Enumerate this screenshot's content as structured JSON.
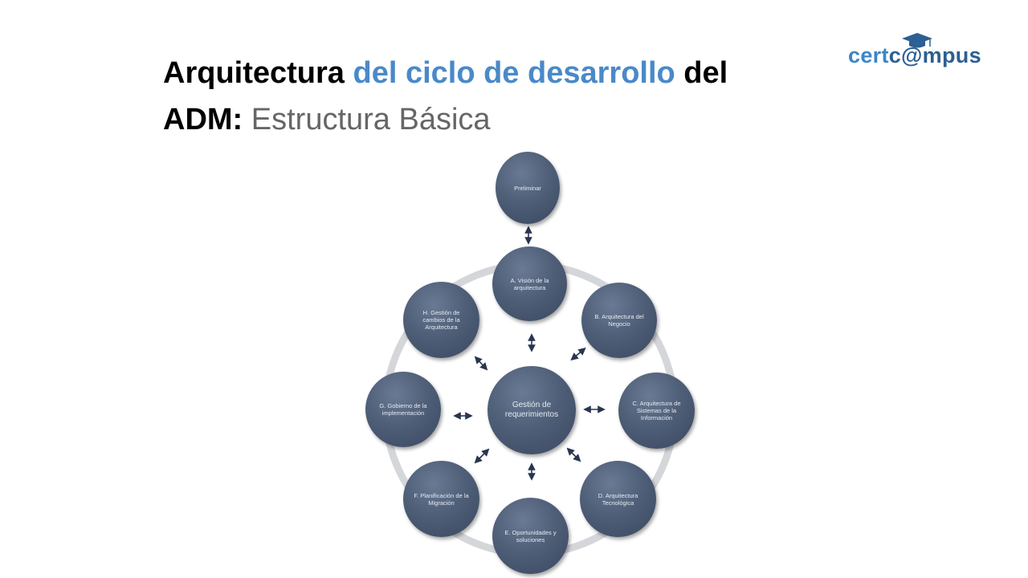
{
  "title": {
    "part1": "Arquitectura ",
    "part2": "del ciclo de desarrollo",
    "part3": " del",
    "part4": "ADM:",
    "part5": " Estructura Básica"
  },
  "logo": {
    "text_a": "cert",
    "text_b": "c@mpus"
  },
  "nodes": {
    "preliminar": "Preliminar",
    "a": "A. Visión de la arquitectura",
    "b": "B. Arquitectura del Negocio",
    "c": "C. Arquitectura de Sistemas de la Información",
    "d": "D. Arquitectura Tecnológica",
    "e": "E. Oportunidades y soluciones",
    "f": "F. Planificación de la Migración",
    "g": "G. Gobierno de la implementación",
    "h": "H. Gestión de cambios de la Arquitectura",
    "center": "Gestión de requerimientos"
  },
  "colors": {
    "accent_blue": "#4a89c8",
    "node_fill": "#4f5f78",
    "ring": "#d4d6da",
    "arrow": "#2a3550"
  }
}
